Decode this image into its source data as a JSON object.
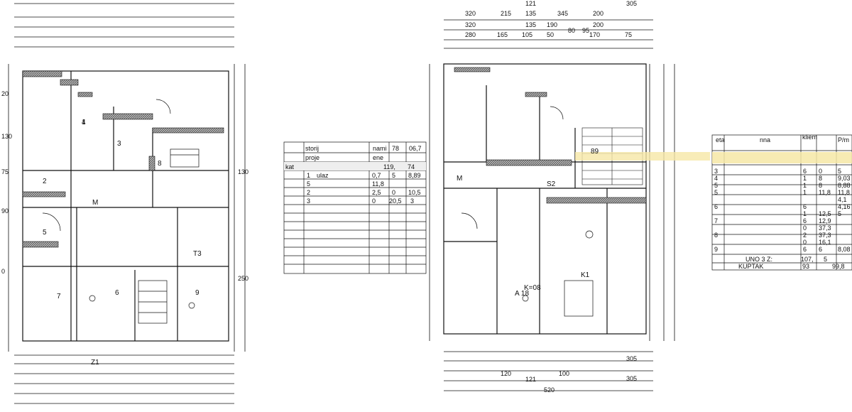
{
  "plan_left": {
    "labels": [
      "Z1",
      "T3",
      "M"
    ],
    "room_numbers": [
      "1",
      "2",
      "3",
      "4",
      "5",
      "6",
      "7",
      "8",
      "9"
    ],
    "dims_left": [
      "20",
      "130",
      "75",
      "90",
      "0",
      "130",
      "250"
    ]
  },
  "plan_right": {
    "labels": [
      "S2",
      "M",
      "K1",
      "K=08",
      "A 18"
    ],
    "top_dims_row1": [
      "320",
      "215",
      "135",
      "345",
      "200",
      "305"
    ],
    "top_dims_row2": [
      "320",
      "135",
      "190",
      "80",
      "95",
      "200"
    ],
    "top_dims_row3": [
      "280",
      "165",
      "105",
      "50",
      "170",
      "75"
    ],
    "top_total": "121",
    "bottom_dims": [
      "120",
      "100",
      "305"
    ],
    "bottom_total_a": "121",
    "bottom_total_b": "520",
    "bottom_total_c": "305",
    "area_note": "89"
  },
  "table_middle": {
    "headers": [
      "storij",
      "nami",
      "78",
      "06,7"
    ],
    "subheaders": [
      "kat",
      "proje",
      "ene",
      "119,",
      "74"
    ],
    "rows": [
      {
        "n": "1",
        "name": "ulaz",
        "a": "0,7",
        "b": "5",
        "c": "8,89"
      },
      {
        "n": "5",
        "name": "",
        "a": "11,8",
        "b": "",
        "c": ""
      },
      {
        "n": "2",
        "name": "",
        "a": "2,5",
        "b": "0",
        "c": "10,5"
      },
      {
        "n": "3",
        "name": "",
        "a": "0",
        "b": "20,5",
        "c": "3"
      },
      {
        "n": "",
        "name": "",
        "a": "",
        "b": "",
        "c": ""
      }
    ]
  },
  "table_right": {
    "headers": [
      "eta",
      "nna",
      "kliem",
      "P/m"
    ],
    "rows": [
      {
        "n": "3",
        "name": "",
        "a": "6",
        "b": "0",
        "c": "5"
      },
      {
        "n": "4",
        "name": "",
        "a": "1",
        "b": "8",
        "c": "9,03"
      },
      {
        "n": "5",
        "name": "",
        "a": "1",
        "b": "8",
        "c": "8,88"
      },
      {
        "n": "5",
        "name": "",
        "a": "1",
        "b": "11,8",
        "c": "11,8"
      },
      {
        "n": "",
        "name": "",
        "a": "",
        "b": "",
        "c": "4,1"
      },
      {
        "n": "6",
        "name": "",
        "a": "6",
        "b": "",
        "c": "4,16"
      },
      {
        "n": "",
        "name": "",
        "a": "1",
        "b": "12,5",
        "c": "5"
      },
      {
        "n": "7",
        "name": "",
        "a": "6",
        "b": "12,9",
        "c": ""
      },
      {
        "n": "",
        "name": "",
        "a": "0",
        "b": "37,3",
        "c": ""
      },
      {
        "n": "8",
        "name": "",
        "a": "2",
        "b": "37,3",
        "c": ""
      },
      {
        "n": "",
        "name": "",
        "a": "0",
        "b": "16,1",
        "c": ""
      },
      {
        "n": "9",
        "name": "",
        "a": "6",
        "b": "6",
        "c": "8,08"
      }
    ],
    "sum_label": "UNO 3 Z:",
    "sum_value": "107,",
    "sum_value2": "5",
    "total_label": "KUPTAK",
    "total_value": "93",
    "total_value2": "99,8"
  },
  "colors": {
    "line": "#111111",
    "hatch": "#555555",
    "highlight": "#f6e7a6"
  }
}
